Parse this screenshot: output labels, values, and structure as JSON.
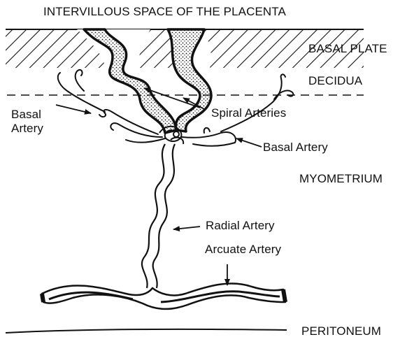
{
  "diagram": {
    "labels": {
      "top": "INTERVILLOUS SPACE OF THE PLACENTA",
      "basal_plate": "BASAL PLATE",
      "decidua": "DECIDUA",
      "myometrium": "MYOMETRIUM",
      "peritoneum": "PERITONEUM",
      "basal_artery_left_line1": "Basal",
      "basal_artery_left_line2": "Artery",
      "spiral_arteries": "Spiral Arteries",
      "basal_artery_right": "Basal Artery",
      "radial_artery": "Radial Artery",
      "arcuate_artery": "Arcuate Artery"
    },
    "colors": {
      "ink": "#111111",
      "background": "#ffffff"
    }
  }
}
